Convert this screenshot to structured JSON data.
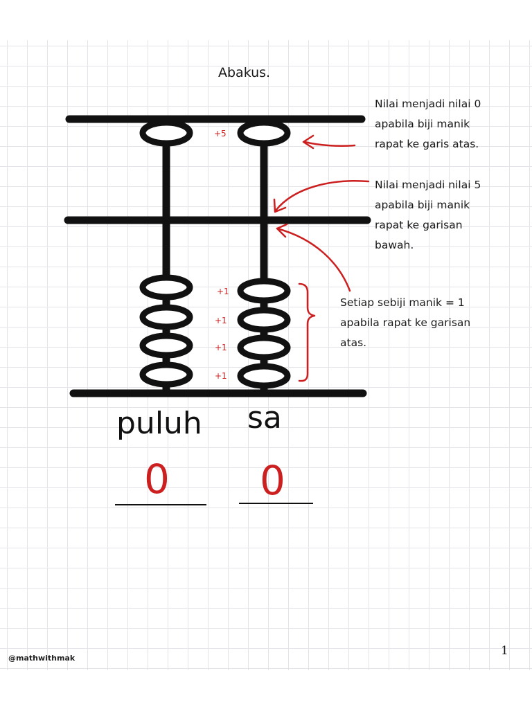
{
  "title": "Abakus.",
  "annotations": {
    "note_zero": [
      "Nilai menjadi nilai 0",
      "apabila biji manik",
      "rapat ke garis atas."
    ],
    "note_five": [
      "Nilai menjadi nilai 5",
      "apabila biji manik",
      "rapat ke garisan",
      "bawah."
    ],
    "note_one": [
      "Setiap sebiji manik = 1",
      "apabila rapat ke garisan",
      "atas."
    ]
  },
  "bead_labels": {
    "upper": "+5",
    "lower": [
      "+1",
      "+1",
      "+1",
      "+1"
    ]
  },
  "columns": [
    {
      "label": "puluh",
      "value": "0"
    },
    {
      "label": "sa",
      "value": "0"
    }
  ],
  "credit": "@mathwithmak",
  "page_number": "1",
  "colors": {
    "ink": "#111111",
    "annotation": "#cc1f1f"
  }
}
